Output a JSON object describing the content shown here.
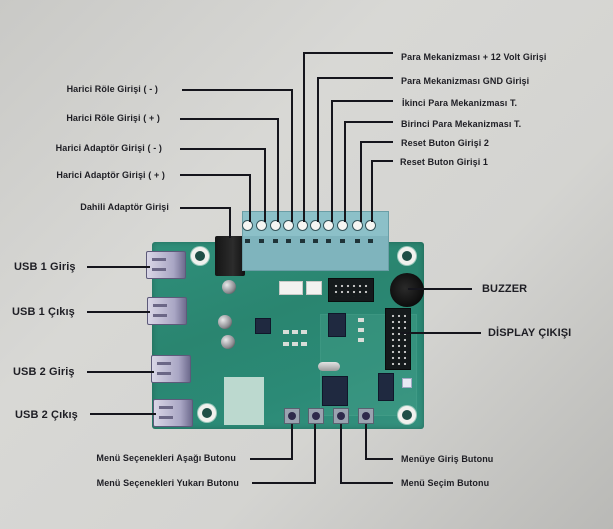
{
  "diagram": {
    "subject": "Para mekanizması kontrol kartı (PCB)",
    "colors": {
      "background": "#d4d4d1",
      "line": "#15151c",
      "label_text": "#1e1e24",
      "pcb_green": "#2b8a76",
      "terminal_block": "#7fb4bd"
    },
    "top_right_labels": [
      {
        "id": "coin-12v",
        "text": "Para Mekanizması + 12 Volt Girişi"
      },
      {
        "id": "coin-gnd",
        "text": "Para Mekanizması GND Girişi"
      },
      {
        "id": "coin2-signal",
        "text": "İkinci Para Mekanizması T."
      },
      {
        "id": "coin1-signal",
        "text": "Birinci Para Mekanizması T."
      },
      {
        "id": "reset-2",
        "text": "Reset Buton Girişi 2"
      },
      {
        "id": "reset-1",
        "text": "Reset Buton Girişi 1"
      }
    ],
    "top_left_labels": [
      {
        "id": "relay-minus",
        "text": "Harici Röle Girişi ( - )"
      },
      {
        "id": "relay-plus",
        "text": "Harici Röle Girişi ( + )"
      },
      {
        "id": "ext-adapter-minus",
        "text": "Harici Adaptör Girişi ( - )"
      },
      {
        "id": "ext-adapter-plus",
        "text": "Harici Adaptör Girişi ( + )"
      },
      {
        "id": "int-adapter",
        "text": "Dahili Adaptör Girişi"
      }
    ],
    "left_labels": [
      {
        "id": "usb1-in",
        "text": "USB 1 Giriş"
      },
      {
        "id": "usb1-out",
        "text": "USB 1 Çıkış"
      },
      {
        "id": "usb2-in",
        "text": "USB 2 Giriş"
      },
      {
        "id": "usb2-out",
        "text": "USB 2 Çıkış"
      }
    ],
    "right_labels": [
      {
        "id": "buzzer",
        "text": "BUZZER"
      },
      {
        "id": "display",
        "text": "DİSPLAY ÇIKIŞI"
      }
    ],
    "bottom_left_labels": [
      {
        "id": "menu-down",
        "text": "Menü Seçenekleri Aşağı Butonu"
      },
      {
        "id": "menu-up",
        "text": "Menü Seçenekleri Yukarı Butonu"
      }
    ],
    "bottom_right_labels": [
      {
        "id": "menu-enter",
        "text": "Menüye Giriş Butonu"
      },
      {
        "id": "menu-select",
        "text": "Menü Seçim Butonu"
      }
    ],
    "terminal_pin_count": 10,
    "push_button_count": 4
  }
}
